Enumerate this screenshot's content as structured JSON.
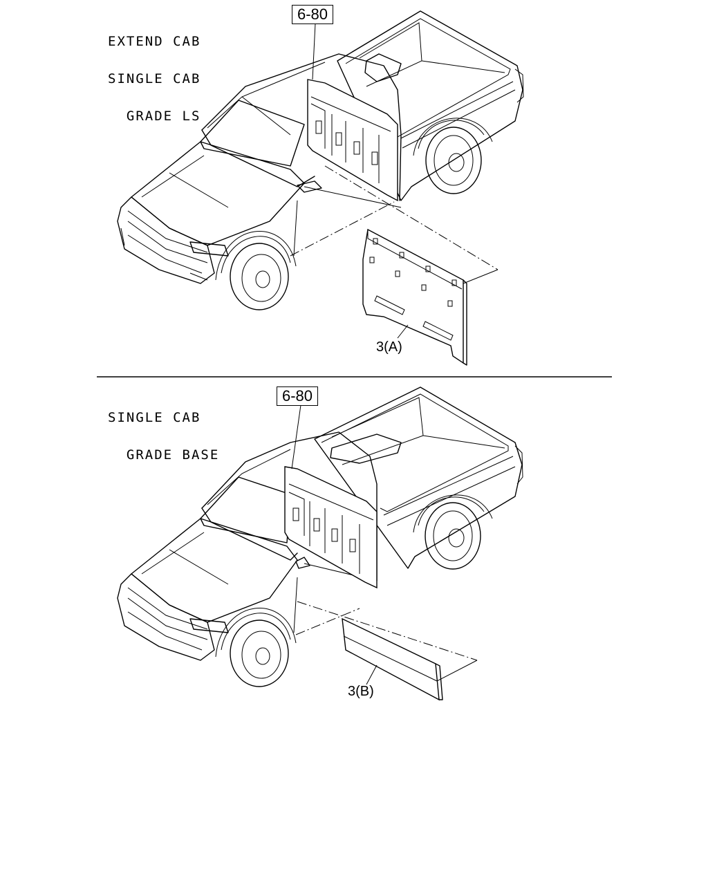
{
  "top_panel": {
    "label_lines": [
      "EXTEND CAB",
      "SINGLE CAB",
      "  GRADE LS"
    ],
    "ref": "6-80",
    "part_callout": "3(A)"
  },
  "bottom_panel": {
    "label_lines": [
      "SINGLE CAB",
      "  GRADE BASE"
    ],
    "ref": "6-80",
    "part_callout": "3(B)"
  }
}
